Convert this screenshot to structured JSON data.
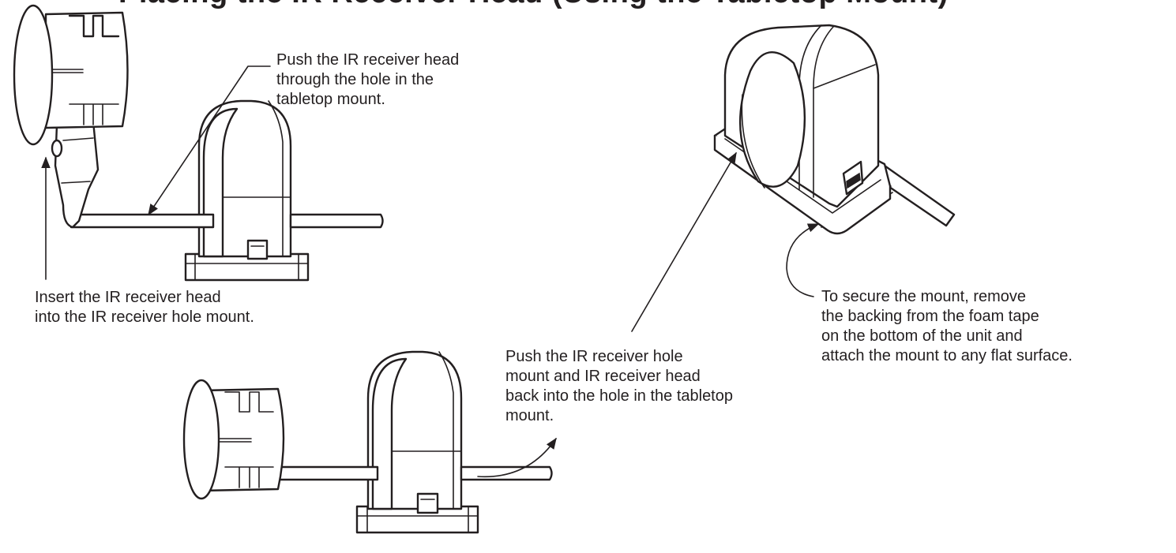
{
  "title": "Placing the IR Receiver Head (Using the Tabletop Mount)",
  "callouts": {
    "push_head": "Push the IR receiver head\nthrough the hole in the\ntabletop mount.",
    "insert_head": "Insert the IR receiver head\ninto the IR receiver hole mount.",
    "push_back": "Push the IR receiver hole\nmount and IR receiver head\nback into the hole in the tabletop\nmount.",
    "secure_mount": "To secure the mount, remove\nthe backing from the foam tape\non the bottom of the unit and\nattach the mount to any flat surface."
  },
  "colors": {
    "line": "#231f20",
    "background": "#ffffff"
  }
}
